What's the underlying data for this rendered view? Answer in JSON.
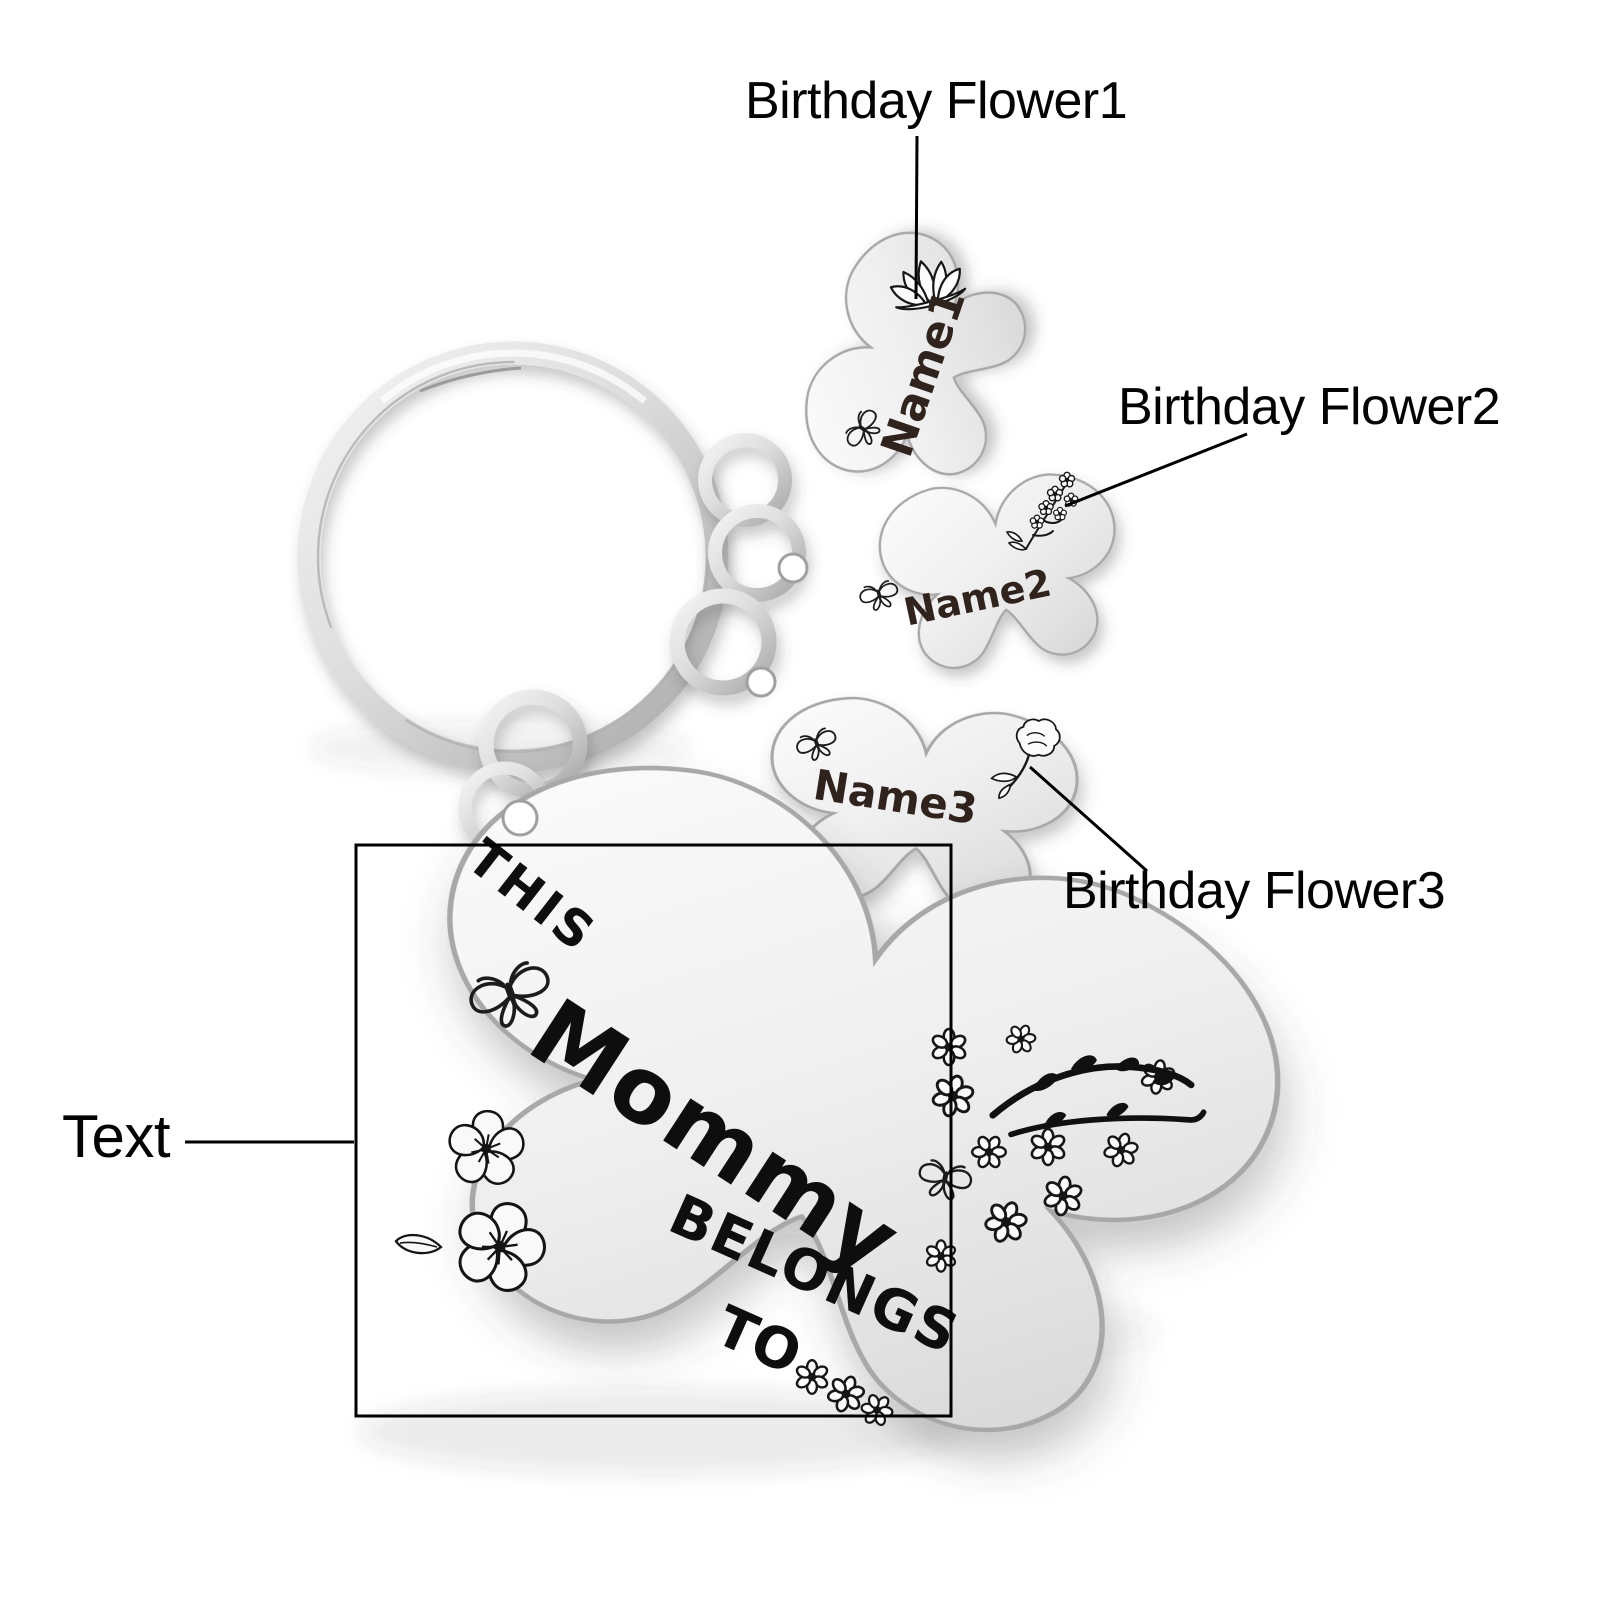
{
  "colors": {
    "background": "#ffffff",
    "annotation_text": "#030303",
    "annotation_line": "#000000",
    "metal_light": "#fafafa",
    "metal_mid": "#e3e3e3",
    "metal_dark": "#b9b9b9",
    "engraving_black": "#0e0e0e",
    "engraving_brown": "#30231d"
  },
  "annotations": {
    "birthday_flower1": "Birthday Flower1",
    "birthday_flower2": "Birthday Flower2",
    "birthday_flower3": "Birthday Flower3",
    "text_label": "Text"
  },
  "charms": [
    {
      "name": "Name1",
      "flower_icon": "lotus-flower-icon",
      "extra_icon": "butterfly-icon"
    },
    {
      "name": "Name2",
      "flower_icon": "flower-spray-icon",
      "extra_icon": "butterfly-icon"
    },
    {
      "name": "Name3",
      "flower_icon": "carnation-icon",
      "extra_icon": "butterfly-icon"
    }
  ],
  "main_charm": {
    "word1": "THIS",
    "word2": "Mommy",
    "word3": "BELONGS",
    "word4": "TO",
    "icons": [
      "butterfly-icon",
      "pansy-flower-icon",
      "daisy-icon",
      "branch-icon"
    ]
  },
  "hardware": {
    "keyring_icon": "split-keyring-icon",
    "jump_ring_icon": "jump-ring-icon"
  }
}
